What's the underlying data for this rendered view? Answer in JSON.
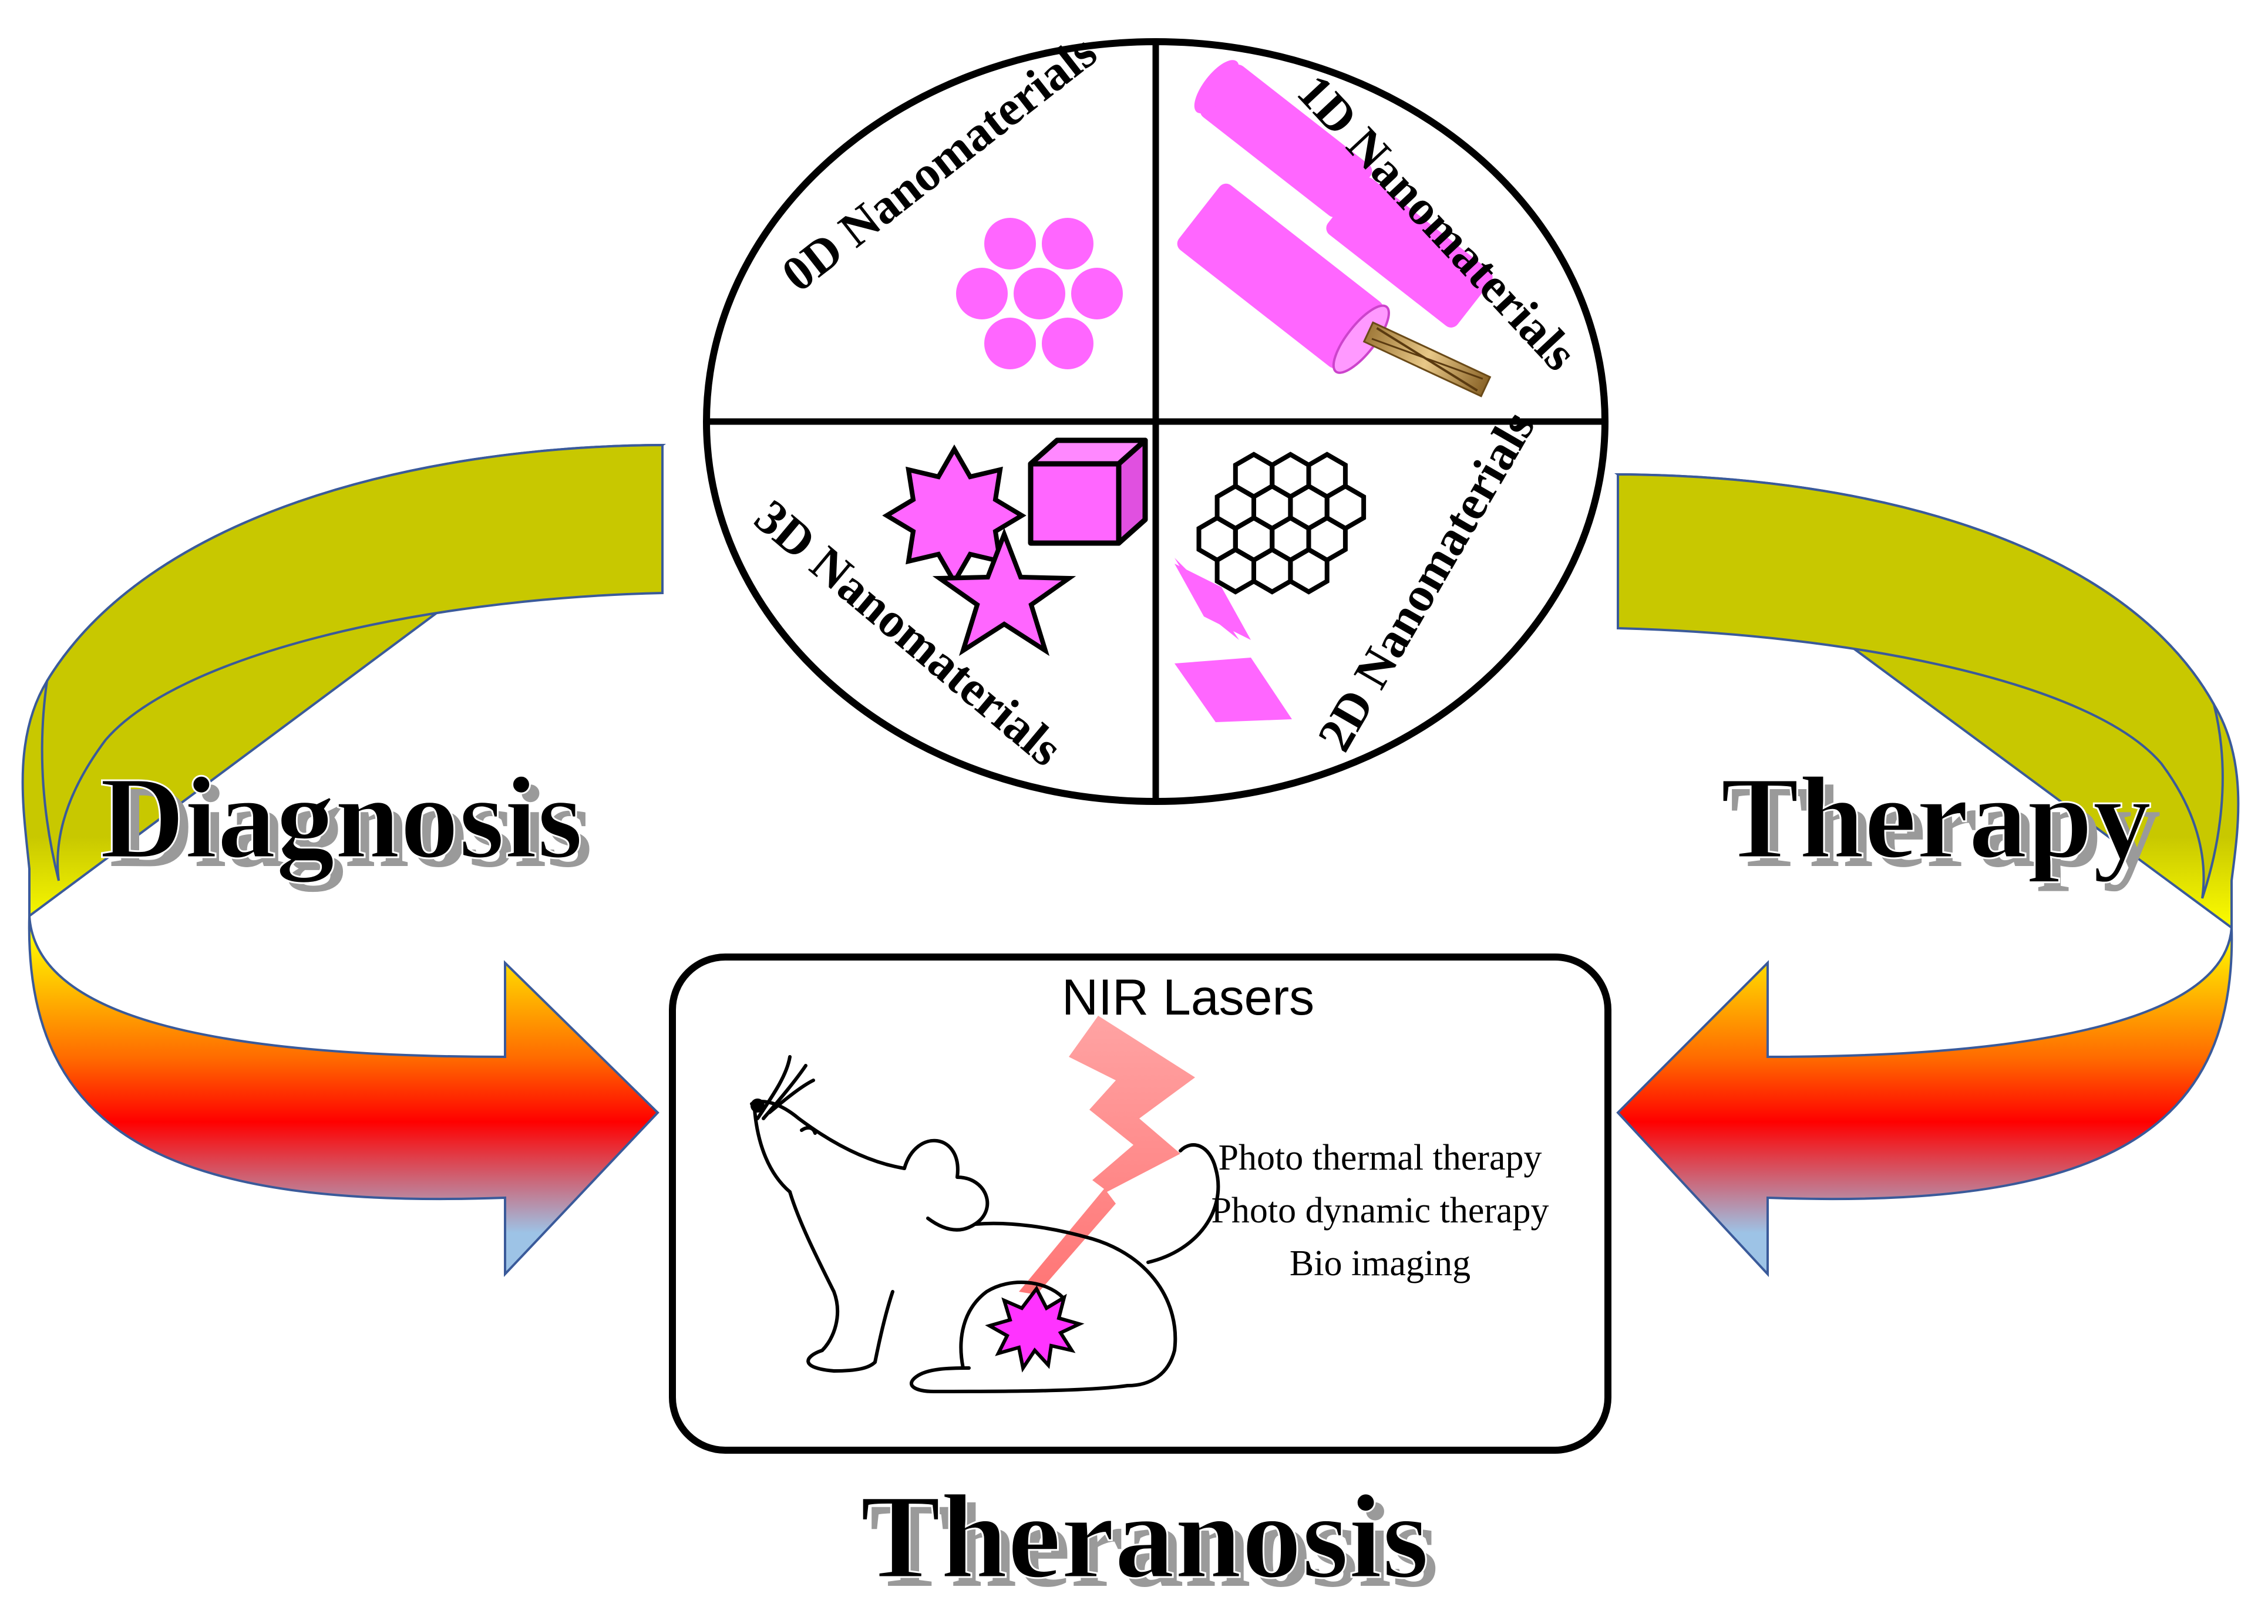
{
  "nanomaterials": {
    "q0": "0D Nanomaterials",
    "q1": "1D Nanomaterials",
    "q2": "2D Nanomaterials",
    "q3": "3D Nanomaterials"
  },
  "left_arrow_label": "Diagnosis",
  "right_arrow_label": "Therapy",
  "bottom_title": "Theranosis",
  "mouse_panel": {
    "laser_label": "NIR Lasers",
    "applications": [
      "Photo thermal therapy",
      "Photo dynamic therapy",
      "Bio imaging"
    ]
  },
  "colors": {
    "nanoparticle": "#ff66ff",
    "arrow_top": "#c8c800",
    "arrow_mid_yellow": "#ffff00",
    "arrow_red": "#ff0000",
    "arrow_bottom": "#9dc3e6",
    "laser": "#ff8080"
  }
}
